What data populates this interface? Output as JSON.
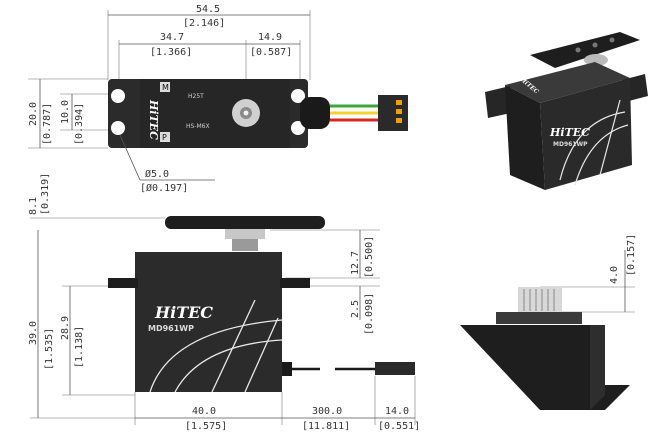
{
  "top_view": {
    "width_mm": "54.5",
    "width_in": "[2.146]",
    "center_mm": "34.7",
    "center_in": "[1.366]",
    "tab_mm": "14.9",
    "tab_in": "[0.587]",
    "height_mm": "20.0",
    "height_in": "[0.787]",
    "hole_spacing_mm": "10.0",
    "hole_spacing_in": "[0.394]",
    "hole_dia_mm": "Ø5.0",
    "hole_dia_in": "[Ø0.197]",
    "label_h25t": "H25T",
    "label_model": "HS-M6X",
    "label_brand": "HiTEC",
    "label_m": "M",
    "label_p": "P"
  },
  "front_view": {
    "horn_mm": "8.1",
    "horn_in": "[0.319]",
    "spline_mm": "12.7",
    "spline_in": "[0.500]",
    "flange_mm": "2.5",
    "flange_in": "[0.098]",
    "total_h_mm": "39.0",
    "total_h_in": "[1.535]",
    "body_h_mm": "28.9",
    "body_h_in": "[1.138]",
    "body_w_mm": "40.0",
    "body_w_in": "[1.575]",
    "cable_mm": "300.0",
    "cable_in": "[11.811]",
    "conn_mm": "14.0",
    "conn_in": "[0.551]",
    "brand": "HiTEC",
    "model": "MD961WP"
  },
  "iso_view": {
    "brand": "HiTEC",
    "model": "MD961WP",
    "top_label": "HiTEC"
  },
  "side_view": {
    "spline_mm": "4.0",
    "spline_in": "[0.157]"
  },
  "colors": {
    "body": "#2b2b2b",
    "body_dark": "#1a1a1a",
    "wire_red": "#d8261f",
    "wire_yellow": "#f2d230",
    "wire_green": "#3ca63a",
    "accent": "#f0a000"
  }
}
